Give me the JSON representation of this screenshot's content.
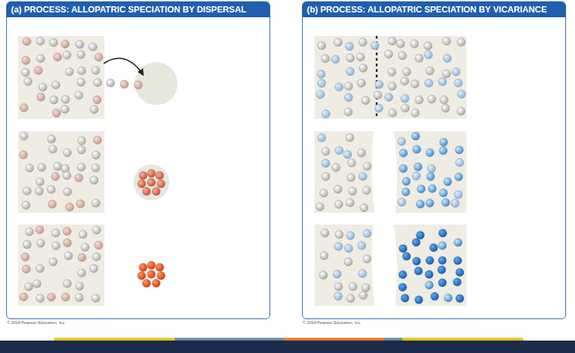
{
  "diagram": {
    "nodes": [
      {
        "text": [
          "(a) PROCESS: ALLOPATRIC SPECIATION BY DISPERSAL"
        ]
      },
      {
        "text": [
          "(b) PROCESS: ALLOPATRIC SPECIATION BY VICARIANCE"
        ]
      }
    ],
    "labels": [
      "© 2014 Pearson Education, Inc.",
      "© 2014 Pearson Education, Inc."
    ]
  }
}
